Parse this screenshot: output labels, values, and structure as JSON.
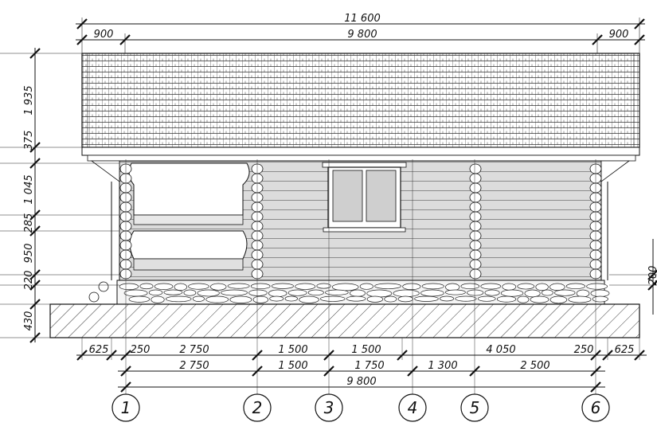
{
  "top_dims": {
    "overall": "11 600",
    "left_overhang": "900",
    "span": "9 800",
    "right_overhang": "900"
  },
  "left_dims": {
    "roof_height": "1 935",
    "eave": "375",
    "upper_wall": "1 045",
    "window_band": "285",
    "lower_wall": "950",
    "plinth": "220",
    "foundation": "430"
  },
  "right_dims": {
    "plinth_partial": "200"
  },
  "bottom_row1": [
    {
      "label": "625"
    },
    {
      "label": "250"
    },
    {
      "label": "2 750"
    },
    {
      "label": "1 500"
    },
    {
      "label": "1 500"
    },
    {
      "label": "4 050"
    },
    {
      "label": "250"
    },
    {
      "label": "625"
    }
  ],
  "bottom_row2": [
    {
      "label": "2 750"
    },
    {
      "label": "1 500"
    },
    {
      "label": "1 750"
    },
    {
      "label": "1 300"
    },
    {
      "label": "2 500"
    }
  ],
  "bottom_row3": {
    "label": "9 800"
  },
  "axes": [
    {
      "label": "1"
    },
    {
      "label": "2"
    },
    {
      "label": "3"
    },
    {
      "label": "4"
    },
    {
      "label": "5"
    },
    {
      "label": "6"
    }
  ],
  "colors": {
    "line": "#111111",
    "wall_fill": "#dcdcdc",
    "glass_fill": "#cfcfcf",
    "shadow_fill": "#bdbdbd",
    "stone_fill": "#f5f5f5"
  }
}
